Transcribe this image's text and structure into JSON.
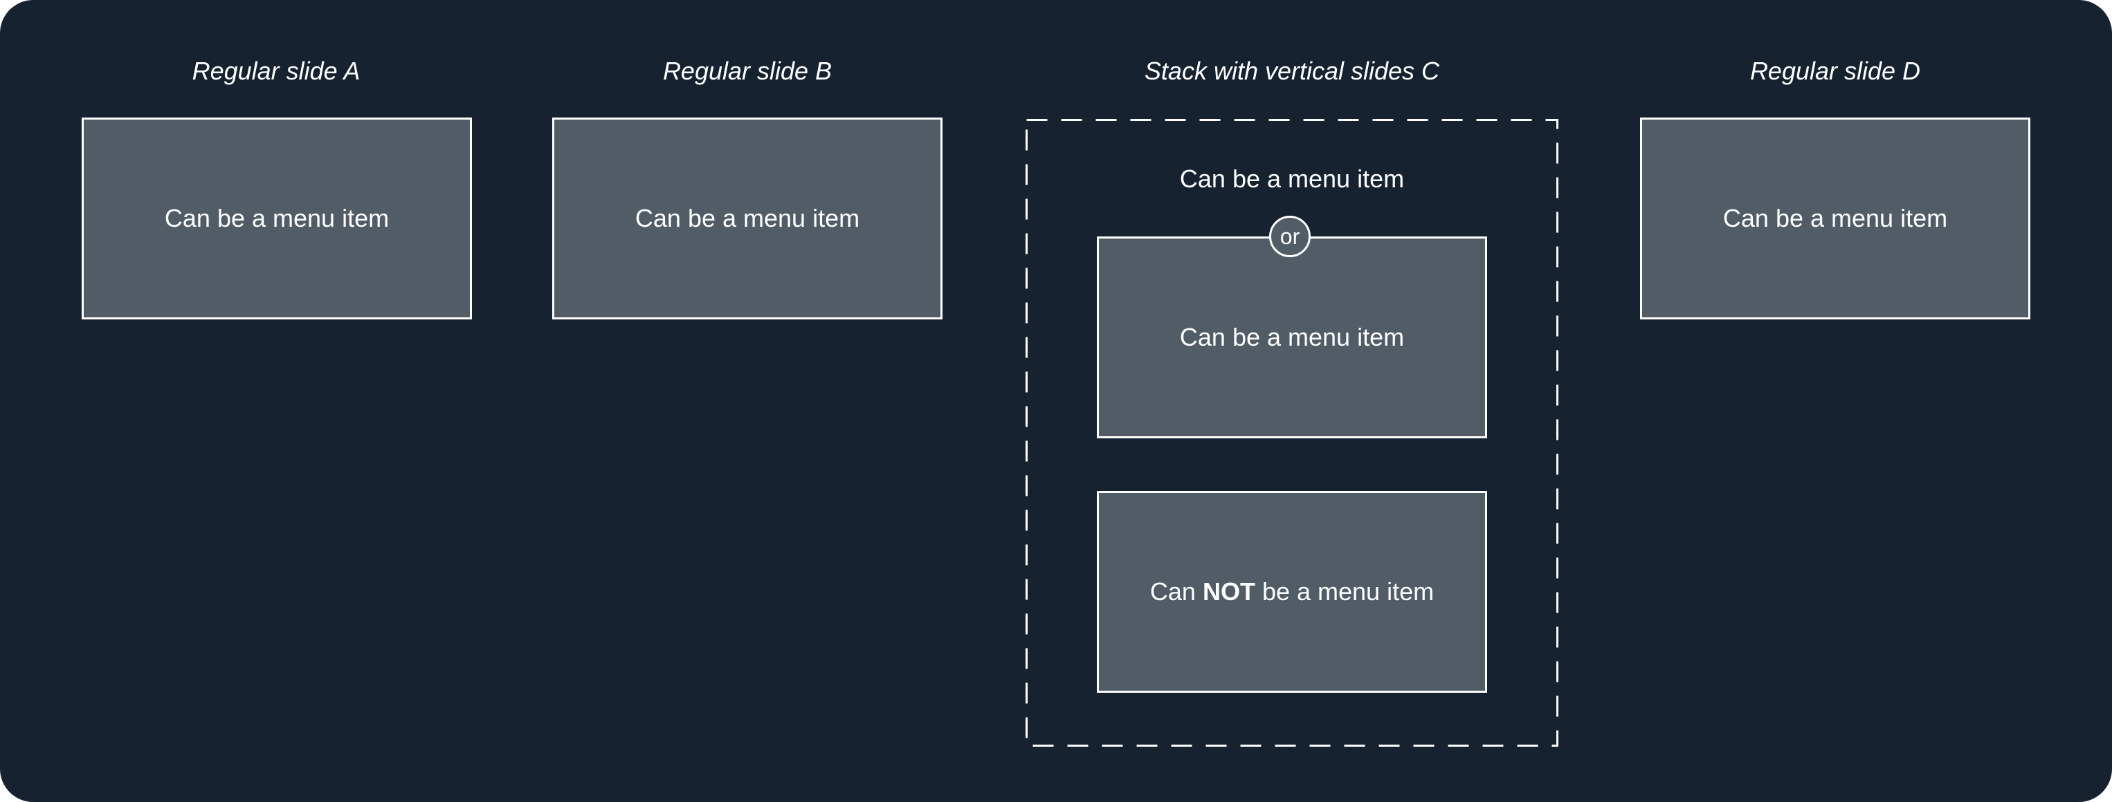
{
  "colors": {
    "background": "#172230",
    "slide_fill": "#515c67",
    "outline": "#ffffff"
  },
  "columns": [
    {
      "title": "Regular slide A",
      "slide_label": "Can be a menu item"
    },
    {
      "title": "Regular slide B",
      "slide_label": "Can be a menu item"
    },
    {
      "title": "Stack with vertical slides C",
      "stack_label": "Can be a menu item",
      "or_label": "or",
      "first_slide_label": "Can be a menu item",
      "second_slide_label": {
        "prefix": "Can ",
        "emphasis": "NOT",
        "suffix": " be a menu item"
      }
    },
    {
      "title": "Regular slide D",
      "slide_label": "Can be a menu item"
    }
  ]
}
